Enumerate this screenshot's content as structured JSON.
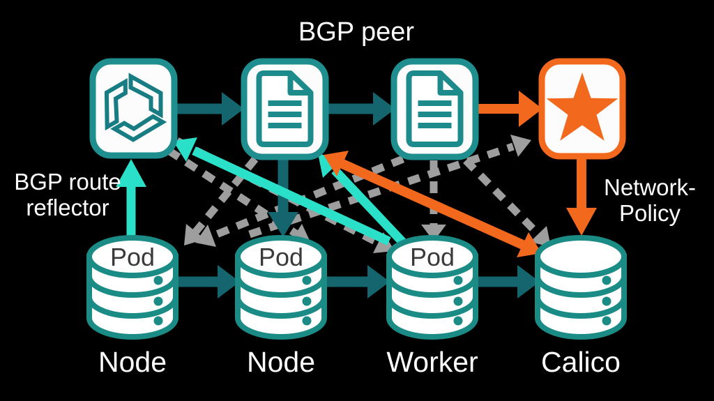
{
  "title": "BGP peer",
  "side_labels": {
    "left": [
      "BGP route",
      "reflector"
    ],
    "right": [
      "Network-",
      "Policy"
    ]
  },
  "top_icons": [
    {
      "id": "bgp-route-reflector",
      "glyph": "woven-hexagon-logo"
    },
    {
      "id": "bgp-peer-config-1",
      "glyph": "document"
    },
    {
      "id": "bgp-peer-config-2",
      "glyph": "document"
    },
    {
      "id": "network-policy-star",
      "glyph": "star"
    }
  ],
  "nodes": [
    {
      "id": "node-1",
      "pod_label": "Pod",
      "label": "Node"
    },
    {
      "id": "node-2",
      "pod_label": "Pod",
      "label": "Node"
    },
    {
      "id": "worker",
      "pod_label": "Pod",
      "label": "Worker"
    },
    {
      "id": "calico",
      "pod_label": "",
      "label": "Calico"
    }
  ],
  "edges": [
    {
      "from": "node-1-pod",
      "to": "bgp-route-reflector",
      "style": "solid",
      "color": "cyan"
    },
    {
      "from": "worker-pod",
      "to": "bgp-route-reflector",
      "style": "solid",
      "color": "cyan"
    },
    {
      "from": "worker-pod",
      "to": "bgp-peer-config-1",
      "style": "solid",
      "color": "cyan"
    },
    {
      "from": "bgp-route-reflector",
      "to": "bgp-peer-config-1",
      "style": "solid",
      "color": "dark-teal"
    },
    {
      "from": "bgp-peer-config-1",
      "to": "bgp-peer-config-2",
      "style": "solid",
      "color": "dark-teal"
    },
    {
      "from": "bgp-peer-config-1",
      "to": "node-2-pod",
      "style": "solid",
      "color": "dark-teal"
    },
    {
      "from": "bgp-peer-config-2",
      "to": "network-policy-star",
      "style": "solid",
      "color": "orange"
    },
    {
      "from": "network-policy-star",
      "to": "calico",
      "style": "solid",
      "color": "orange"
    },
    {
      "from": "bgp-peer-config-1",
      "to": "calico",
      "style": "solid",
      "color": "orange",
      "bidirectional": true
    },
    {
      "from": "node-1",
      "to": "node-2",
      "style": "solid",
      "color": "dark-teal"
    },
    {
      "from": "node-2",
      "to": "worker",
      "style": "solid",
      "color": "dark-teal"
    },
    {
      "from": "worker",
      "to": "calico",
      "style": "solid",
      "color": "dark-teal"
    },
    {
      "from": "bgp-route-reflector",
      "to": "node-2-pod",
      "style": "dashed",
      "color": "gray"
    },
    {
      "from": "bgp-route-reflector",
      "to": "worker-pod",
      "style": "dashed",
      "color": "gray"
    },
    {
      "from": "bgp-peer-config-1",
      "to": "node-1-pod",
      "style": "dashed",
      "color": "gray"
    },
    {
      "from": "bgp-peer-config-2",
      "to": "node-1-pod",
      "style": "dashed",
      "color": "gray"
    },
    {
      "from": "bgp-peer-config-2",
      "to": "worker-pod",
      "style": "dashed",
      "color": "gray"
    },
    {
      "from": "bgp-peer-config-2",
      "to": "calico",
      "style": "dashed",
      "color": "gray"
    },
    {
      "from": "node-2-pod",
      "to": "network-policy-star",
      "style": "dashed",
      "color": "gray"
    }
  ],
  "colors": {
    "background": "#000000",
    "teal_border": "#1e8e8e",
    "dark_teal_arrow": "#15656e",
    "cyan_arrow": "#2be0c9",
    "orange": "#f2691d",
    "gray_dashed": "#9e9e9e",
    "white_text": "#ffffff",
    "pod_text": "#3a3a3a"
  }
}
